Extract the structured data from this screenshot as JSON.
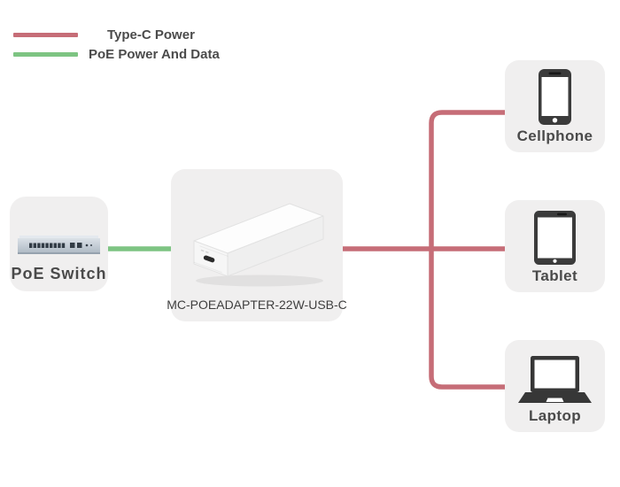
{
  "legend": {
    "items": [
      {
        "label": "Type-C Power",
        "color": "#c66d77"
      },
      {
        "label": "PoE Power And Data",
        "color": "#7dc482"
      }
    ]
  },
  "nodes": {
    "poe_switch": {
      "label": "PoE Switch",
      "icon": "poe-switch-icon"
    },
    "adapter": {
      "label": "MC-POEADAPTER-22W-USB-C",
      "icon": "poe-adapter-icon"
    },
    "devices": [
      {
        "label": "Cellphone",
        "icon": "cellphone-icon"
      },
      {
        "label": "Tablet",
        "icon": "tablet-icon"
      },
      {
        "label": "Laptop",
        "icon": "laptop-icon"
      }
    ]
  },
  "connections": [
    {
      "from": "PoE Switch",
      "to": "MC-POEADAPTER-22W-USB-C",
      "type": "PoE Power And Data",
      "color": "#7dc482"
    },
    {
      "from": "MC-POEADAPTER-22W-USB-C",
      "to": "Cellphone",
      "type": "Type-C Power",
      "color": "#c66d77"
    },
    {
      "from": "MC-POEADAPTER-22W-USB-C",
      "to": "Tablet",
      "type": "Type-C Power",
      "color": "#c66d77"
    },
    {
      "from": "MC-POEADAPTER-22W-USB-C",
      "to": "Laptop",
      "type": "Type-C Power",
      "color": "#c66d77"
    }
  ],
  "colors": {
    "type_c_power": "#c66d77",
    "poe_power_data": "#7dc482",
    "card_background": "#f0efef",
    "label_text": "#4a4a4a"
  }
}
